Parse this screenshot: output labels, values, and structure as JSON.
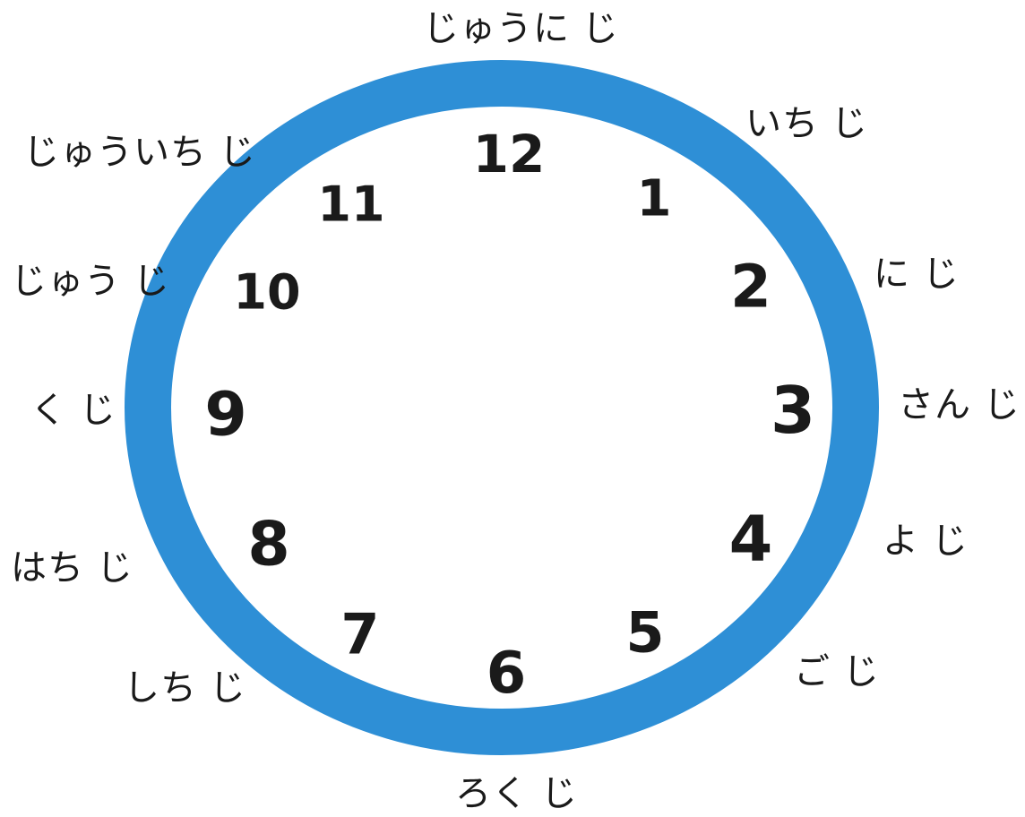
{
  "clock": {
    "ring_color": "#2e8fd6",
    "numeral_color": "#1a1a1a",
    "numerals": [
      "12",
      "1",
      "2",
      "3",
      "4",
      "5",
      "6",
      "7",
      "8",
      "9",
      "10",
      "11"
    ]
  },
  "hour_labels": {
    "h12": "じゅうに じ",
    "h1": "いち じ",
    "h2": "に じ",
    "h3": "さん じ",
    "h4": "よ じ",
    "h5": "ご じ",
    "h6": "ろく じ",
    "h7": "しち じ",
    "h8": "はち じ",
    "h9": "く じ",
    "h10": "じゅう じ",
    "h11": "じゅういち じ"
  }
}
